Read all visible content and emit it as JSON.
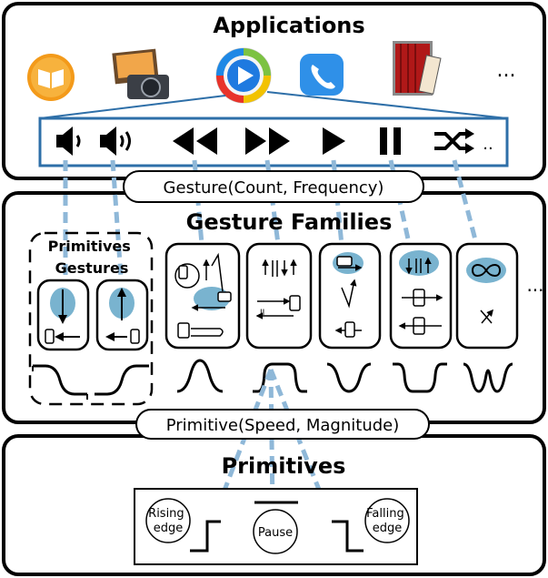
{
  "applications": {
    "title": "Applications",
    "apps": [
      {
        "icon": "books-app-icon",
        "color": "#f39a1a"
      },
      {
        "icon": "photo-camera-app-icon",
        "color": "#3b3f46"
      },
      {
        "icon": "media-player-app-icon",
        "color": "#1f7ae0"
      },
      {
        "icon": "phone-app-icon",
        "color": "#2f90e8"
      },
      {
        "icon": "photo-booth-app-icon",
        "color": "#b01818"
      }
    ],
    "more": "...",
    "controls": [
      "volume-down-icon",
      "volume-up-icon",
      "rewind-icon",
      "fast-forward-icon",
      "play-icon",
      "pause-icon",
      "shuffle-icon"
    ],
    "controls_more": "..",
    "bar_color": "#2e6fa8"
  },
  "gesture_label": "Gesture(Count, Frequency)",
  "families": {
    "title": "Gesture Families",
    "primitives_title": "Primitives\nGestures",
    "more": "..."
  },
  "primitive_label": "Primitive(Speed, Magnitude)",
  "primitives": {
    "title": "Primitives",
    "rising": "Rising\nedge",
    "pause": "Pause",
    "falling": "Falling\nedge"
  },
  "colors": {
    "connector": "#8fb8d8",
    "highlight": "#79b3cf",
    "frame": "#000000"
  }
}
